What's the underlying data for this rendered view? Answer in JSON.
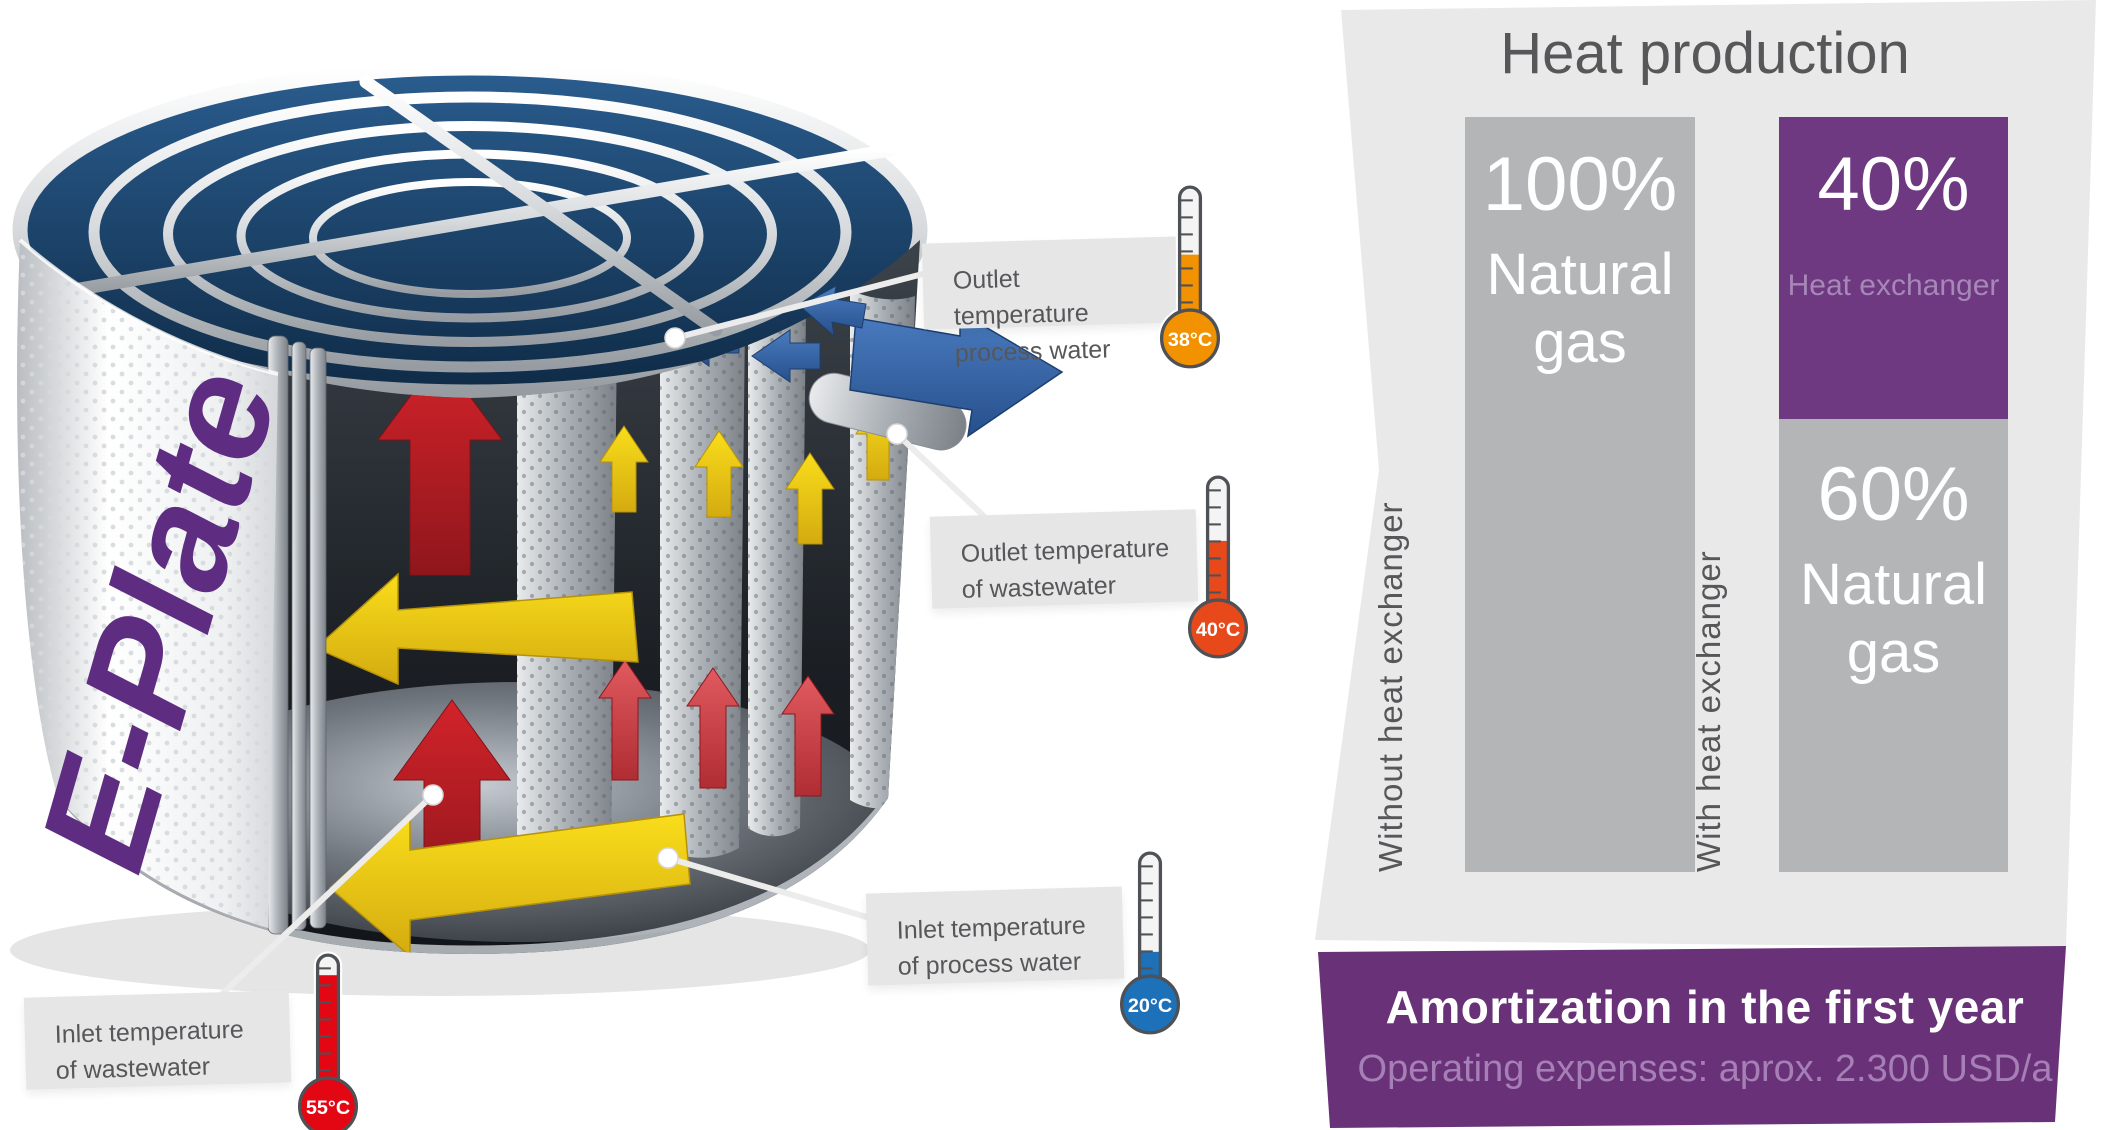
{
  "diagram": {
    "product_label": "E-Plate",
    "callouts": [
      {
        "line1": "Outlet temperature",
        "line2": "process water",
        "value": "38°C",
        "color": "#F39200",
        "level": 0.55
      },
      {
        "line1": "Outlet temperature",
        "line2": "of wastewater",
        "value": "40°C",
        "color": "#E8491B",
        "level": 0.58
      },
      {
        "line1": "Inlet temperature",
        "line2": "of process water",
        "value": "20°C",
        "color": "#1D71B8",
        "level": 0.3
      },
      {
        "line1": "Inlet temperature",
        "line2": "of wastewater",
        "value": "55°C",
        "color": "#E30613",
        "level": 0.93
      }
    ],
    "arrow_colors": {
      "wastewater_hot": "#C1272D",
      "process_water_heated": "#F2D313",
      "process_water_cold": "#3A6FB5"
    }
  },
  "chart": {
    "title": "Heat production",
    "bars": [
      {
        "axis_label": "Without heat exchanger",
        "segments": [
          {
            "pct": "100%",
            "label_line1": "Natural",
            "label_line2": "gas"
          }
        ]
      },
      {
        "axis_label": "With heat exchanger",
        "segments": [
          {
            "pct": "40%",
            "label": "Heat exchanger"
          },
          {
            "pct": "60%",
            "label_line1": "Natural",
            "label_line2": "gas"
          }
        ]
      }
    ],
    "banner": {
      "title": "Amortization in the first year",
      "subtitle": "Operating expenses: aprox. 2.300 USD/a"
    }
  },
  "chart_data": {
    "type": "bar",
    "stacked": true,
    "title": "Heat production",
    "categories": [
      "Without heat exchanger",
      "With heat exchanger"
    ],
    "series": [
      {
        "name": "Heat exchanger",
        "color": "#6E3980",
        "values": [
          0,
          40
        ]
      },
      {
        "name": "Natural gas",
        "color": "#B4B5B7",
        "values": [
          100,
          60
        ]
      }
    ],
    "unit": "%",
    "ylim": [
      0,
      100
    ],
    "grid": false,
    "legend_position": "in-bar-labels",
    "annotations": [
      "100% Natural gas",
      "40% Heat exchanger",
      "60% Natural gas"
    ],
    "footer": [
      "Amortization in the first year",
      "Operating expenses: aprox. 2.300 USD/a"
    ]
  },
  "colors": {
    "panel_bg": "#E9E9EA",
    "bar_gray": "#B4B5B7",
    "bar_purple": "#6E3980",
    "banner_purple": "#693278",
    "light_purple_text": "#A57FB5",
    "label_gray": "#57575A",
    "eplate_purple": "#5E2D82"
  }
}
